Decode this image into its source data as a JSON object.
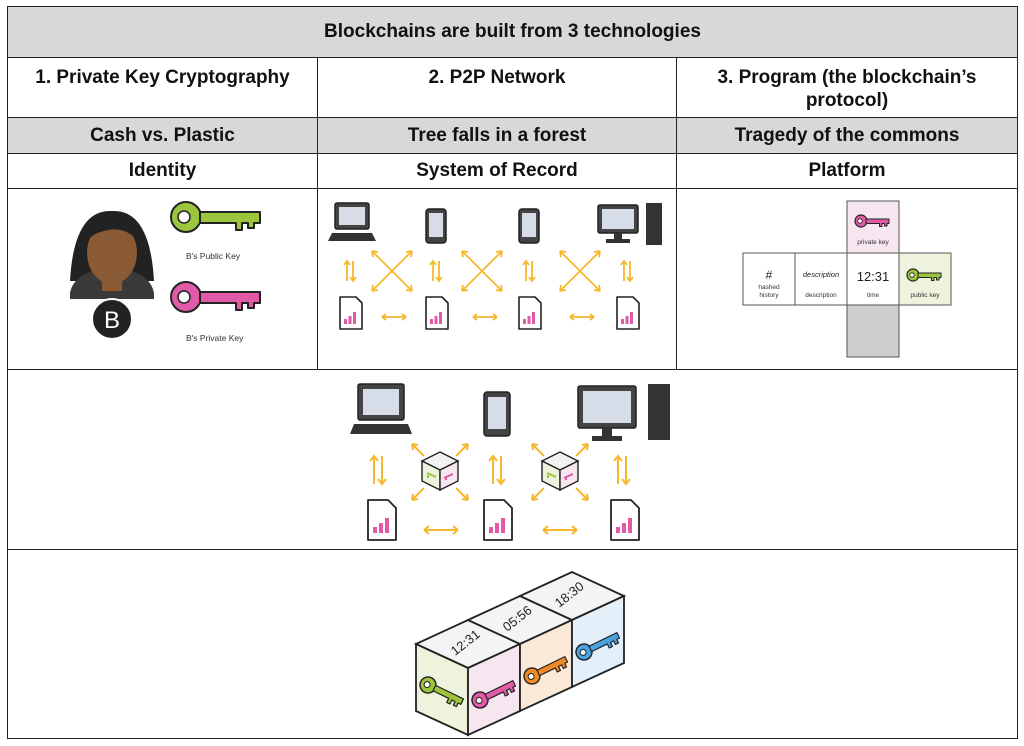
{
  "title": "Blockchains are built from 3 technologies",
  "columns": [
    {
      "heading": "1. Private Key Cryptography",
      "analogy": "Cash vs. Plastic",
      "concept": "Identity"
    },
    {
      "heading": "2. P2P Network",
      "analogy": "Tree falls in a forest",
      "concept": "System of Record"
    },
    {
      "heading": "3. Program (the blockchain’s protocol)",
      "analogy": "Tragedy of the commons",
      "concept": "Platform"
    }
  ],
  "identity": {
    "avatar_letter": "B",
    "public_key_label": "B's Public Key",
    "private_key_label": "B's Private Key"
  },
  "platform": {
    "private_key_label": "private key",
    "hashed_symbol": "#",
    "hashed_label_1": "hashed",
    "hashed_label_2": "history",
    "description_script": "description",
    "description_label": "description",
    "time_value": "12:31",
    "time_label": "time",
    "public_key_label": "public key"
  },
  "chain": {
    "blocks": [
      {
        "time": "12:31"
      },
      {
        "time": "05:56"
      },
      {
        "time": "18:30"
      }
    ]
  },
  "colors": {
    "green_key": "#9bc53d",
    "pink_key": "#e05aa7",
    "orange_key": "#f08a24",
    "blue_key": "#4aa3df",
    "arrow": "#f5b82e",
    "header_grey": "#d8d8d8"
  }
}
